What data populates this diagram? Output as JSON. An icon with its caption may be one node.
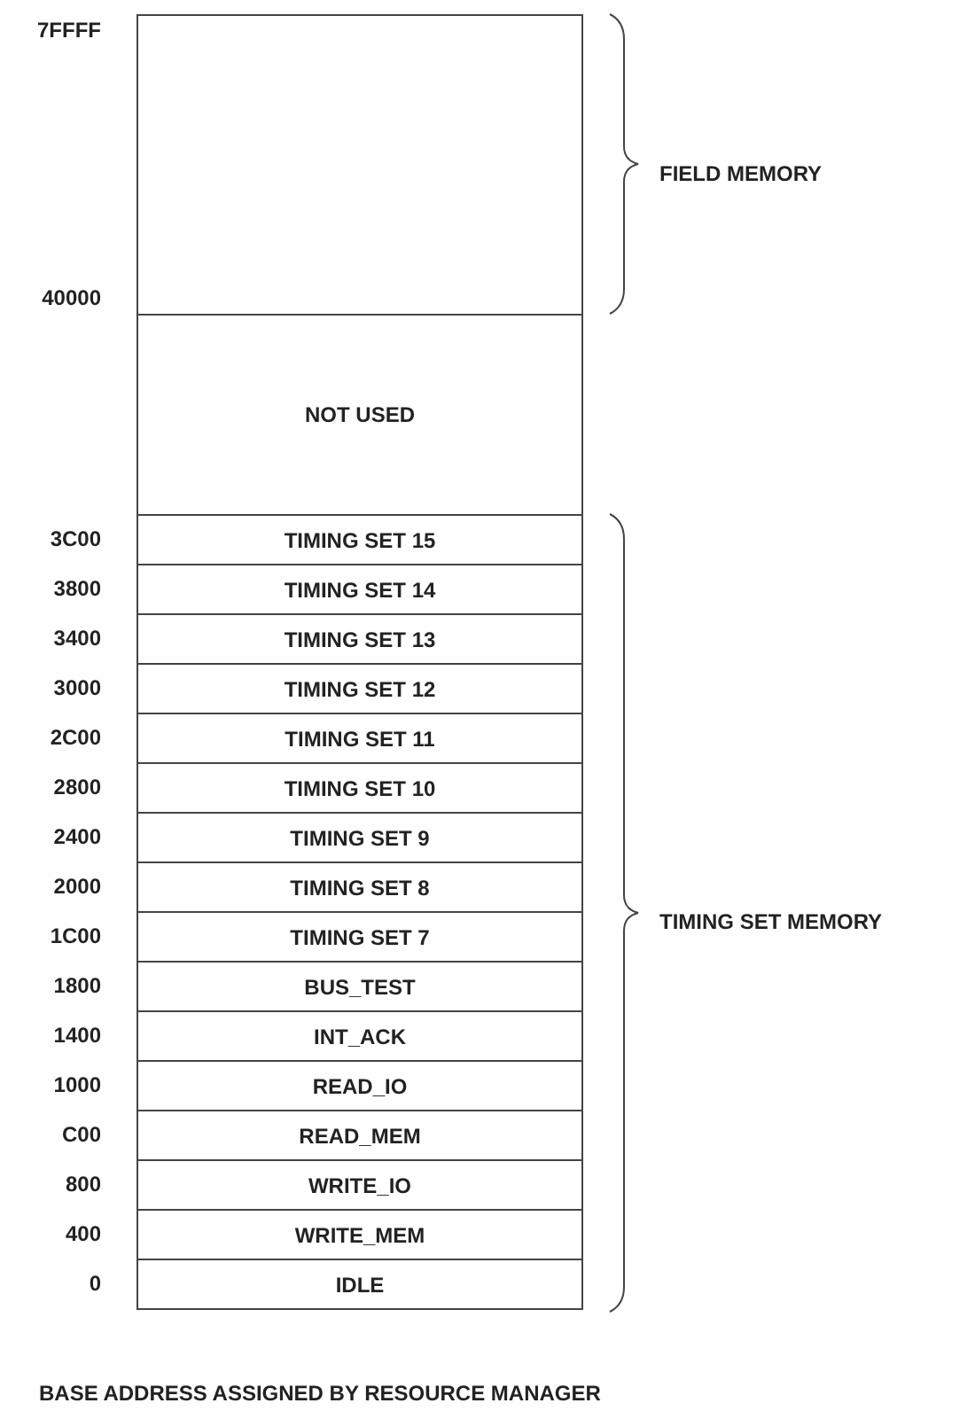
{
  "diagram": {
    "nodes": [
      {
        "text": [],
        "shape": "box"
      },
      {
        "text": [
          "NOT USED"
        ]
      },
      {
        "text": [
          "TIMING SET 15"
        ]
      },
      {
        "text": [
          "TIMING SET 14"
        ]
      },
      {
        "text": [
          "TIMING SET 13"
        ]
      },
      {
        "text": [
          "TIMING SET 12"
        ]
      },
      {
        "text": [
          "TIMING SET 11"
        ]
      },
      {
        "text": [
          "TIMING SET 10"
        ]
      },
      {
        "text": [
          "TIMING SET 9"
        ]
      },
      {
        "text": [
          "TIMING SET 8"
        ]
      },
      {
        "text": [
          "TIMING SET 7"
        ]
      },
      {
        "text": [
          "BUS_TEST"
        ]
      },
      {
        "text": [
          "INT_ACK"
        ]
      },
      {
        "text": [
          "READ_IO"
        ]
      },
      {
        "text": [
          "READ_MEM"
        ]
      },
      {
        "text": [
          "WRITE_IO"
        ]
      },
      {
        "text": [
          "WRITE_MEM"
        ]
      },
      {
        "text": [
          "IDLE"
        ]
      }
    ],
    "edges": [],
    "labels": [
      "7FFFF",
      "FIELD MEMORY",
      "40000",
      "3C00",
      "3800",
      "3400",
      "3000",
      "2C00",
      "2800",
      "2400",
      "2000",
      "1C00",
      "TIMING SET MEMORY",
      "1800",
      "1400",
      "1000",
      "C00",
      "800",
      "400",
      "0",
      "BASE ADDRESS ASSIGNED BY RESOURCE MANAGER"
    ]
  }
}
